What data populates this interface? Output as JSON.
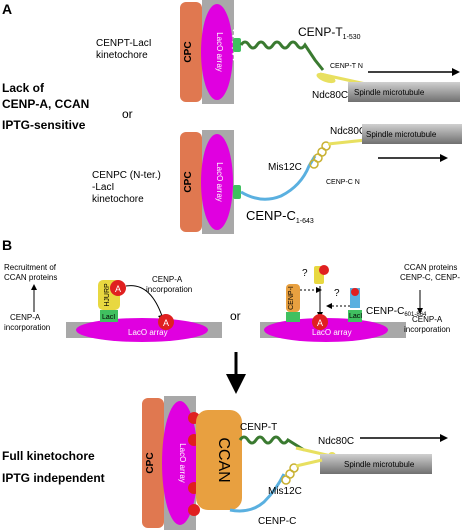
{
  "panels": {
    "a_label": "A",
    "b_label": "B"
  },
  "top": {
    "cpc": "CPC",
    "laco_array": "LacO array",
    "cenpt_title_main": "CENP-T",
    "cenpt_title_sub": "1-530",
    "cenpt_n": "CENP-T N",
    "ndc80c": "Ndc80C",
    "spindle_mt": "Spindle microtubule",
    "cenpt_laci_kt_line1": "CENPT-LacI",
    "cenpt_laci_kt_line2": "kinetochore",
    "lack_line1": "Lack of",
    "lack_line2": "CENP-A, CCAN",
    "lack_line3": "IPTG-sensitive",
    "or": "or",
    "cenpc_kt_line1": "CENPC (N-ter.)",
    "cenpc_kt_line2": "-LacI",
    "cenpc_kt_line3": "kinetochore",
    "mis12c": "Mis12C",
    "cenpc_n": "CENP-C N",
    "cenpc_title_main": "CENP-C",
    "cenpc_title_sub": "1-643",
    "cpc2": "CPC",
    "laco_array2": "LacO array",
    "ndc80c2": "Ndc80C",
    "spindle_mt2": "Spindle microtubule"
  },
  "middle": {
    "recruit_line1": "Recruitment of",
    "recruit_line2": "CCAN proteins",
    "cenpa_incorp_left_line1": "CENP-A",
    "cenpa_incorp_left_line2": "incorporation",
    "hjurp": "HJURP",
    "laci": "LacI",
    "a_letter": "A",
    "cenpa_incorp_mid_line1": "CENP-A",
    "cenpa_incorp_mid_line2": "incorporation",
    "laco_array_left": "LacO array",
    "or": "or",
    "cenpi": "CENP-I",
    "question1": "?",
    "question2": "?",
    "cenpc_fragment_main": "CENP-C",
    "cenpc_fragment_sub": "601-864",
    "laco_array_right": "LacO array",
    "ccan_right_line1": "CCAN proteins",
    "ccan_right_line2": "CENP-C, CENP-",
    "cenpa_incorp_right_line1": "CENP-A",
    "cenpa_incorp_right_line2": "incorporation"
  },
  "bottom": {
    "full_kt": "Full kinetochore",
    "iptg_indep": "IPTG independent",
    "cpc": "CPC",
    "laco_array": "LacO array",
    "ccan": "CCAN",
    "cenpt": "CENP-T",
    "ndc80c": "Ndc80C",
    "spindle_mt": "Spindle microtubule",
    "mis12c": "Mis12C",
    "cenpc": "CENP-C"
  },
  "colors": {
    "cpc": "#e07850",
    "laco": "#e000e0",
    "gray": "#a8a8a8",
    "cenpt": "#3a7a30",
    "cenpc": "#5ab0e0",
    "ndc80": "#e8e060",
    "mt": "#a0a0a0",
    "ccan": "#e8a040",
    "hjurp": "#e8d840",
    "cenpa": "#e02020",
    "laci": "#40c060"
  }
}
